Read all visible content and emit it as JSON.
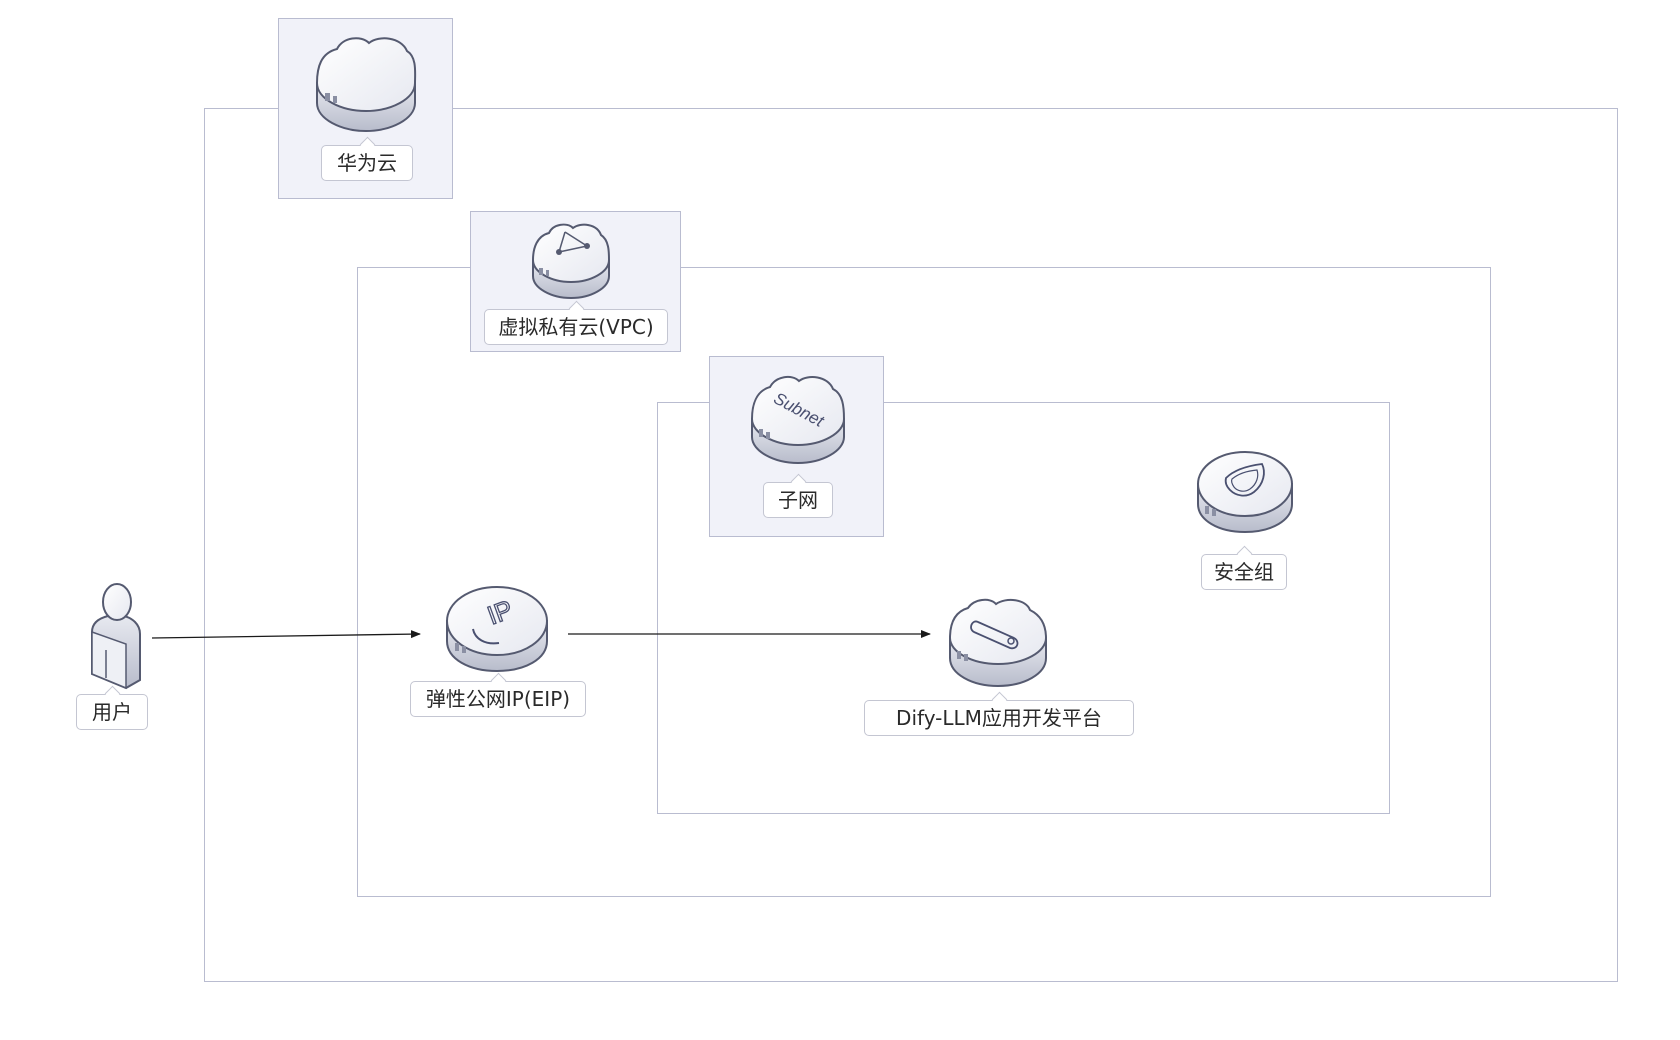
{
  "diagram": {
    "containers": {
      "cloud": {
        "label": "华为云",
        "icon": "cloud-server-icon"
      },
      "vpc": {
        "label": "虚拟私有云(VPC)",
        "icon": "vpc-cloud-icon"
      },
      "subnet": {
        "label": "子网",
        "icon": "subnet-cloud-icon",
        "icon_text": "Subnet"
      }
    },
    "nodes": {
      "user": {
        "label": "用户",
        "icon": "user-person-icon"
      },
      "eip": {
        "label": "弹性公网IP(EIP)",
        "icon": "eip-icon",
        "icon_text": "IP"
      },
      "security_group": {
        "label": "安全组",
        "icon": "shield-icon"
      },
      "dify": {
        "label": "Dify-LLM应用开发平台",
        "icon": "app-platform-icon"
      }
    },
    "edges": [
      {
        "from": "用户",
        "to": "弹性公网IP(EIP)"
      },
      {
        "from": "弹性公网IP(EIP)",
        "to": "Dify-LLM应用开发平台"
      }
    ],
    "colors": {
      "frame_border": "#b9bcd0",
      "badge_fill": "#f1f2f9",
      "icon_top": "#f7f8fb",
      "icon_side": "#c9ccd8",
      "icon_stroke": "#555a70",
      "arrow": "#1a1a1a"
    }
  }
}
